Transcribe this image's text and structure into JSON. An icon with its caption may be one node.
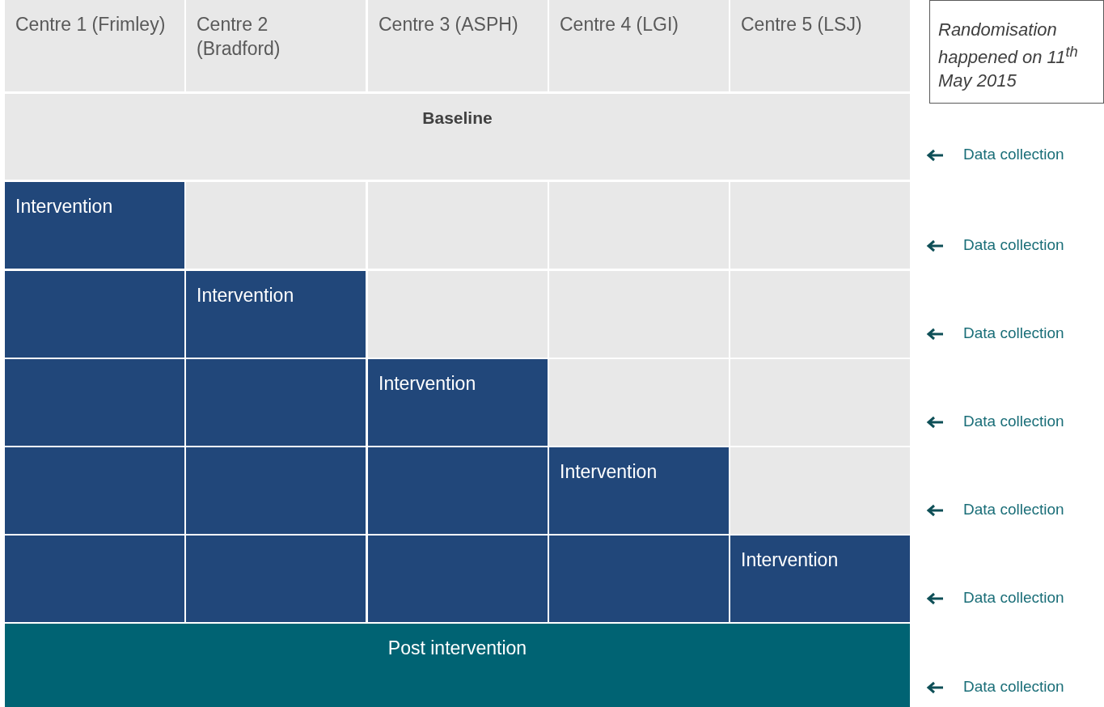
{
  "diagram": {
    "nodes": [
      {
        "text": [
          "Centre 1 (Frimley)"
        ]
      },
      {
        "text": [
          "Centre 2 (Bradford)"
        ]
      },
      {
        "text": [
          "Centre 3 (ASPH)"
        ]
      },
      {
        "text": [
          "Centre 4 (LGI)"
        ]
      },
      {
        "text": [
          "Centre 5 (LSJ)"
        ]
      },
      {
        "text": [
          "Randomisation happened on 11$^{th}$ May 2015"
        ]
      },
      {
        "text": [
          "Baseline"
        ]
      },
      {
        "text": [
          "Intervention"
        ]
      },
      {
        "text": [],
        "shape": "box"
      },
      {
        "text": [],
        "shape": "box"
      },
      {
        "text": [],
        "shape": "box"
      },
      {
        "text": [],
        "shape": "box"
      },
      {
        "text": [],
        "shape": "box"
      },
      {
        "text": [
          "Intervention"
        ]
      },
      {
        "text": [],
        "shape": "box"
      },
      {
        "text": [],
        "shape": "box"
      },
      {
        "text": [],
        "shape": "box"
      },
      {
        "text": [],
        "shape": "box"
      },
      {
        "text": [],
        "shape": "box"
      },
      {
        "text": [
          "Intervention"
        ]
      },
      {
        "text": [],
        "shape": "box"
      },
      {
        "text": [],
        "shape": "box"
      },
      {
        "text": [],
        "shape": "box"
      },
      {
        "text": [],
        "shape": "box"
      },
      {
        "text": [],
        "shape": "box"
      },
      {
        "text": [
          "Intervention"
        ]
      },
      {
        "text": [],
        "shape": "box"
      },
      {
        "text": [],
        "shape": "box"
      },
      {
        "text": [],
        "shape": "box"
      },
      {
        "text": [],
        "shape": "box"
      },
      {
        "text": [],
        "shape": "box"
      },
      {
        "text": [
          "Intervention"
        ]
      },
      {
        "text": [
          "Post intervention"
        ]
      }
    ],
    "labels": [
      "Data collection",
      "Data collection",
      "Data collection",
      "Data collection",
      "Data collection",
      "Data collection",
      "Data collection"
    ]
  }
}
